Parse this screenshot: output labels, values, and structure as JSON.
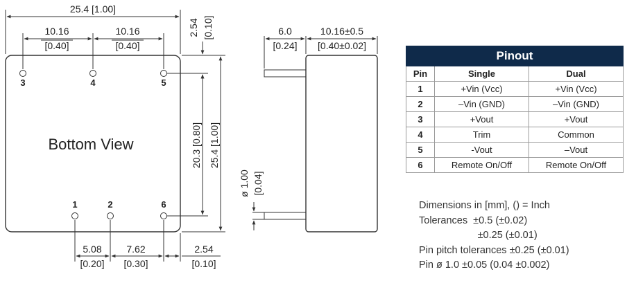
{
  "bottom_view": {
    "label": "Bottom View",
    "pins_top": [
      "3",
      "4",
      "5"
    ],
    "pins_bottom": [
      "1",
      "2",
      "6"
    ],
    "dims": {
      "overall_width": "25.4 [1.00]",
      "pitch_a": "10.16",
      "pitch_a_in": "[0.40]",
      "pitch_b": "10.16",
      "pitch_b_in": "[0.40]",
      "top_offset": "2.54",
      "top_offset_in": "[0.10]",
      "inner_height": "20.3 [0.80]",
      "overall_height": "25.4 [1.00]",
      "pin12": "5.08",
      "pin12_in": "[0.20]",
      "pin26": "7.62",
      "pin26_in": "[0.30]",
      "right_offset": "2.54",
      "right_offset_in": "[0.10]"
    }
  },
  "side_view": {
    "pin_length": "6.0",
    "pin_length_in": "[0.24]",
    "body_depth": "10.16±0.5",
    "body_depth_in": "[0.40±0.02]",
    "pin_dia": "ø 1.00",
    "pin_dia_in": "[0.04]"
  },
  "pinout": {
    "title": "Pinout",
    "headers": [
      "Pin",
      "Single",
      "Dual"
    ],
    "rows": [
      {
        "pin": "1",
        "single": "+Vin (Vcc)",
        "dual": "+Vin (Vcc)"
      },
      {
        "pin": "2",
        "single": "–Vin (GND)",
        "dual": "–Vin (GND)"
      },
      {
        "pin": "3",
        "single": "+Vout",
        "dual": "+Vout"
      },
      {
        "pin": "4",
        "single": "Trim",
        "dual": "Common"
      },
      {
        "pin": "5",
        "single": "-Vout",
        "dual": "–Vout"
      },
      {
        "pin": "6",
        "single": "Remote On/Off",
        "dual": "Remote On/Off"
      }
    ]
  },
  "notes": {
    "line1": "Dimensions in [mm], () = Inch",
    "line2": "Tolerances  ±0.5 (±0.02)",
    "line3": "                     ±0.25 (±0.01)",
    "line4": "Pin pitch tolerances ±0.25 (±0.01)",
    "line5": "Pin ø 1.0 ±0.05 (0.04 ±0.002)"
  }
}
